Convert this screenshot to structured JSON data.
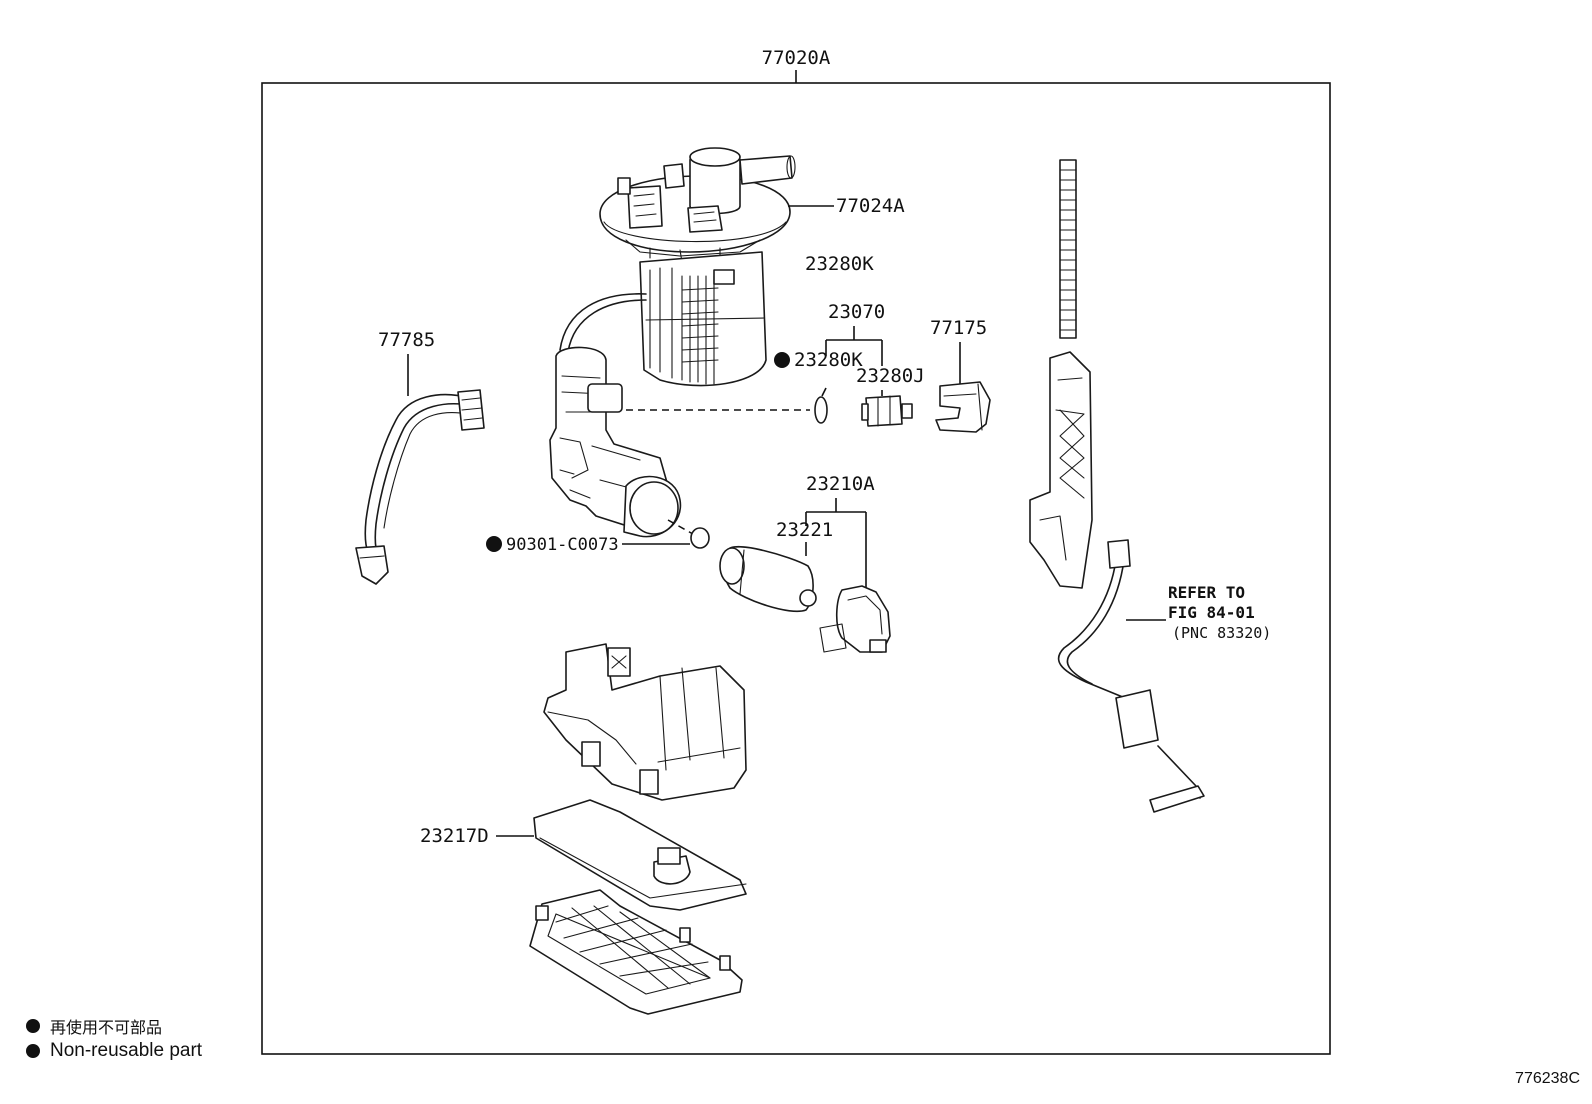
{
  "diagram": {
    "assembly_label": "77020A",
    "parts": {
      "p77024A": "77024A",
      "p23280K_top": "23280K",
      "p23070": "23070",
      "p77175": "77175",
      "p77785": "77785",
      "p23280K_ring": "23280K",
      "p23280J": "23280J",
      "p23210A": "23210A",
      "p23221": "23221",
      "p90301": "90301-C0073",
      "p23217D": "23217D"
    },
    "refer": {
      "line1": "REFER TO",
      "line2": "FIG 84-01",
      "line3": "(PNC 83320)"
    }
  },
  "legend": {
    "ja": "再使用不可部品",
    "en": "Non-reusable part"
  },
  "figure_code": "776238C",
  "colors": {
    "ink": "#111111",
    "background": "#ffffff"
  }
}
